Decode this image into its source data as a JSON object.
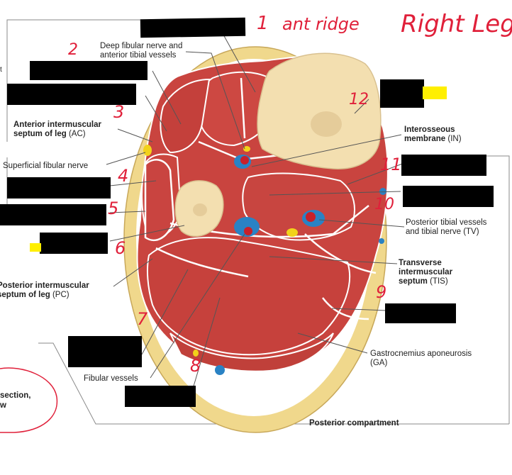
{
  "labels": {
    "deep_fibular_1": "Deep fibular nerve and",
    "deep_fibular_2": "anterior tibial vessels",
    "ant_septum_1": "Anterior intermuscular",
    "ant_septum_2": "septum of leg",
    "ant_septum_abbr": "(AC)",
    "superficial_fibular": "Superficial fibular nerve",
    "interosseous_1": "Interosseous",
    "interosseous_2": "membrane",
    "interosseous_abbr": "(IN)",
    "post_tibial_1": "Posterior tibial vessels",
    "post_tibial_2": "and tibial nerve (TV)",
    "transverse_1": "Transverse",
    "transverse_2": "intermuscular",
    "transverse_3": "septum",
    "transverse_abbr": "(TIS)",
    "post_septum_1": "Posterior intermuscular",
    "post_septum_2": "septum of leg",
    "post_septum_abbr": "(PC)",
    "gastroc_1": "Gastrocnemius aponeurosis",
    "gastroc_2": "(GA)",
    "fibular_vessels": "Fibular vessels",
    "posterior_compartment": "Posterior compartment",
    "cut_section": "section,",
    "cut_w": "w",
    "cut_t": "t"
  },
  "handwriting": {
    "title_right_leg": "Right Leg",
    "ant_ridge": "ant ridge",
    "n1": "1",
    "n2": "2",
    "n3": "3",
    "n4": "4",
    "n5": "5",
    "n6": "6",
    "n7": "7",
    "n8": "8",
    "n9": "9",
    "n10": "10",
    "n11": "11",
    "n12": "12"
  },
  "colors": {
    "muscle": "#c9443f",
    "muscle_dark": "#a8302c",
    "fat": "#f0d88c",
    "bone": "#f3dfb0",
    "fascia": "#ffffff",
    "vein": "#2a82c4",
    "artery": "#c8202a",
    "nerve": "#f2d21a",
    "handwriting": "#e0203a",
    "highlight": "#ffef00"
  }
}
